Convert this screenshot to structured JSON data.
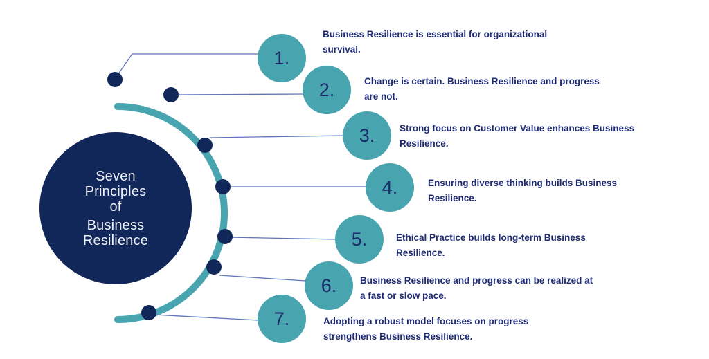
{
  "title": {
    "lines": [
      "Seven",
      "Principles",
      "of",
      "Business",
      "Resilience"
    ]
  },
  "items": [
    {
      "number": "1.",
      "line1": "Business Resilience is essential for organizational",
      "line2": "survival."
    },
    {
      "number": "2.",
      "line1": "Change is certain. Business Resilience and progress",
      "line2": "are not."
    },
    {
      "number": "3.",
      "line1": "Strong focus on Customer Value enhances Business",
      "line2": "Resilience."
    },
    {
      "number": "4.",
      "line1": "Ensuring diverse thinking builds Business",
      "line2": "Resilience."
    },
    {
      "number": "5.",
      "line1": "Ethical Practice builds long-term Business",
      "line2": "Resilience."
    },
    {
      "number": "6.",
      "line1": "Business Resilience and progress can be realized at",
      "line2": "a fast or slow pace."
    },
    {
      "number": "7.",
      "line1": "Adopting a robust model focuses on progress",
      "line2": "strengthens Business Resilience."
    }
  ],
  "colors": {
    "navy": "#122759",
    "teal": "#48a4af",
    "text_navy": "#1e2b74",
    "number_navy": "#1c2b69",
    "connector_blue": "#5f74bd",
    "title_white": "#eef1f7"
  }
}
